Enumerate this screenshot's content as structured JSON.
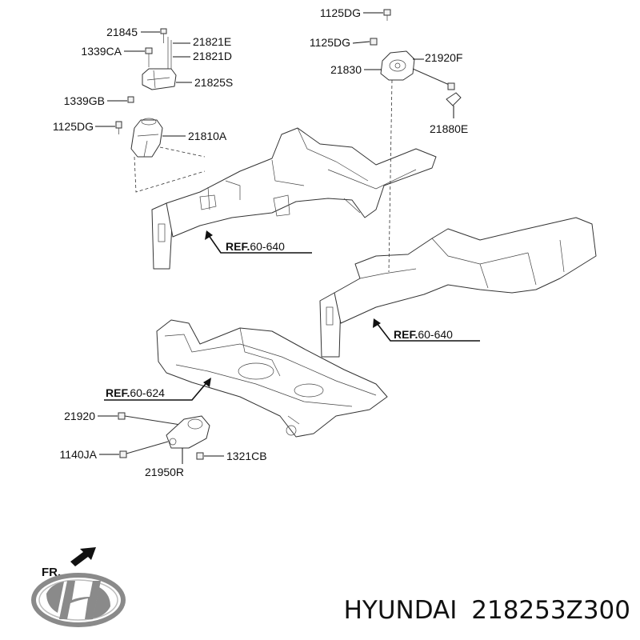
{
  "parts": [
    {
      "id": "p-21845",
      "number": "21845"
    },
    {
      "id": "p-21821E",
      "number": "21821E"
    },
    {
      "id": "p-21821D",
      "number": "21821D"
    },
    {
      "id": "p-1339CA",
      "number": "1339CA"
    },
    {
      "id": "p-21825S",
      "number": "21825S"
    },
    {
      "id": "p-1339GB",
      "number": "1339GB"
    },
    {
      "id": "p-1125DG-left",
      "number": "1125DG"
    },
    {
      "id": "p-21810A",
      "number": "21810A"
    },
    {
      "id": "p-1125DG-top",
      "number": "1125DG"
    },
    {
      "id": "p-1125DG-mid",
      "number": "1125DG"
    },
    {
      "id": "p-21920F",
      "number": "21920F"
    },
    {
      "id": "p-21830",
      "number": "21830"
    },
    {
      "id": "p-21880E",
      "number": "21880E"
    },
    {
      "id": "p-21920",
      "number": "21920"
    },
    {
      "id": "p-1140JA",
      "number": "1140JA"
    },
    {
      "id": "p-1321CB",
      "number": "1321CB"
    },
    {
      "id": "p-21950R",
      "number": "21950R"
    }
  ],
  "references": [
    {
      "id": "ref-left-rail",
      "prefix": "REF.",
      "code": "60-640"
    },
    {
      "id": "ref-right-rail",
      "prefix": "REF.",
      "code": "60-640"
    },
    {
      "id": "ref-subframe",
      "prefix": "REF.",
      "code": "60-624"
    }
  ],
  "orientation": {
    "label": "FR."
  },
  "caption": {
    "brand": "HYUNDAI",
    "part_number": "218253Z300"
  },
  "logo": {
    "name": "hyundai-logo",
    "color": "#8a8a8a"
  }
}
